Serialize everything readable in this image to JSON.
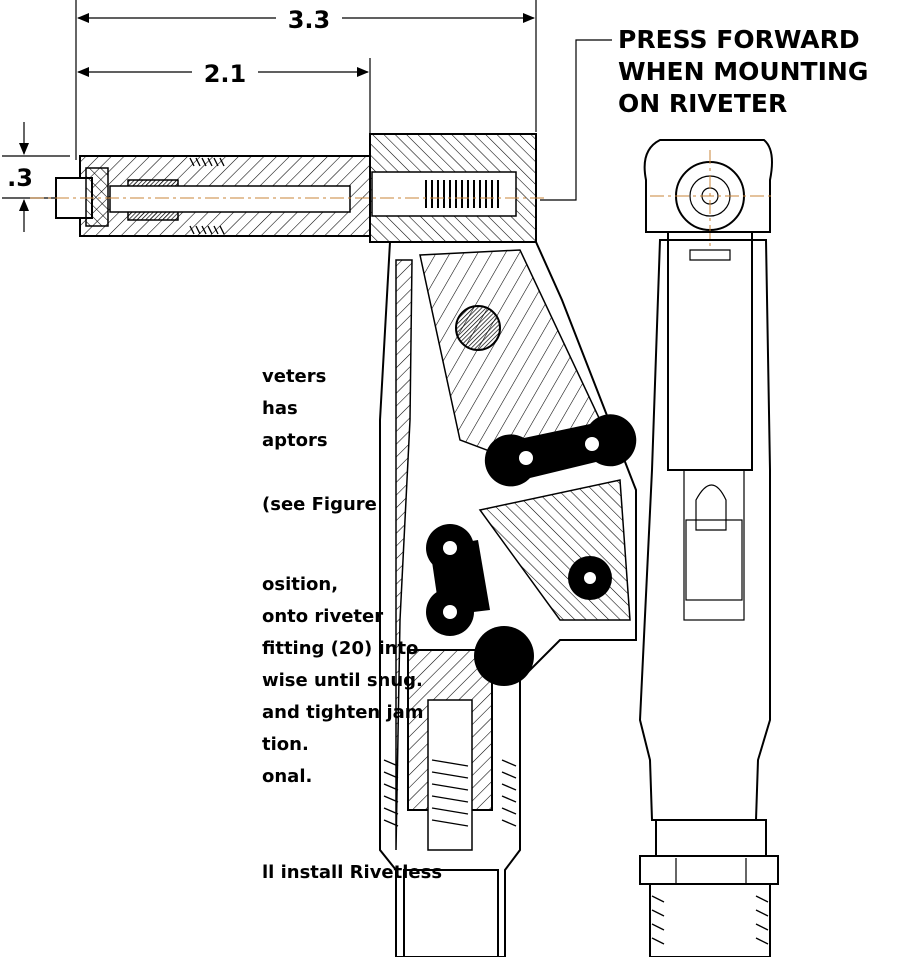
{
  "dimensions": {
    "overall_length": "3.3",
    "nose_length": "2.1",
    "nose_diameter": ".3"
  },
  "callout": {
    "lines": [
      "PRESS FORWARD",
      "WHEN MOUNTING",
      "ON RIVETER"
    ]
  },
  "instructions": {
    "lines": [
      "veters",
      "has",
      "aptors",
      "(see Figure",
      "osition,",
      "onto riveter",
      "fitting (20) into",
      "wise until snug.",
      "and tighten jam",
      "tion.",
      "onal.",
      "ll install Rivetless"
    ]
  },
  "colors": {
    "centerline": "#c8843a",
    "ink": "#000000"
  }
}
